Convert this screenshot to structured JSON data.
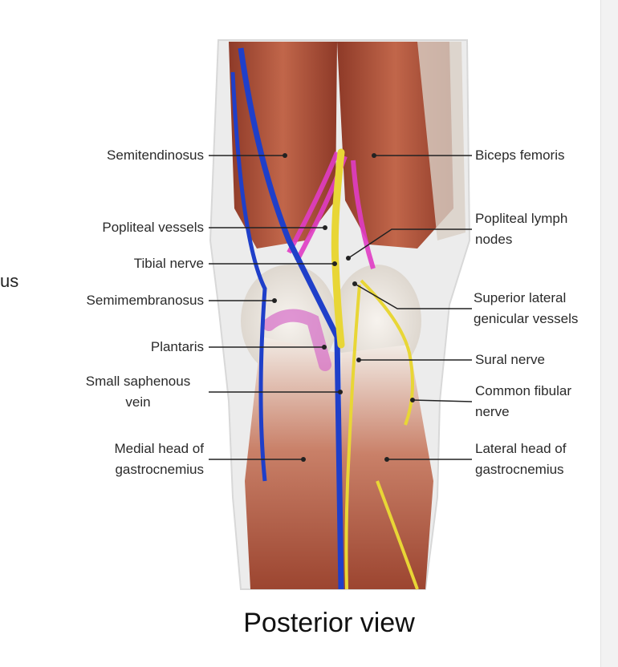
{
  "caption": "Posterior view",
  "cut_text": "us",
  "labels": {
    "semitendinosus": "Semitendinosus",
    "popliteal_vessels": "Popliteal vessels",
    "tibial_nerve": "Tibial nerve",
    "semimembranosus": "Semimembranosus",
    "plantaris": "Plantaris",
    "small_saphenous_vein": [
      "Small saphenous",
      "vein"
    ],
    "medial_head": [
      "Medial head of",
      "gastrocnemius"
    ],
    "biceps_femoris": "Biceps femoris",
    "popliteal_lymph_nodes": [
      "Popliteal lymph",
      "nodes"
    ],
    "superior_lateral_genicular": [
      "Superior lateral",
      "genicular vessels"
    ],
    "sural_nerve": "Sural nerve",
    "common_fibular_nerve": [
      "Common fibular",
      "nerve"
    ],
    "lateral_head": [
      "Lateral head of",
      "gastrocnemius"
    ]
  },
  "colors": {
    "muscle": "#b5573e",
    "tendon": "#e9e4dc",
    "vein": "#1f3fc9",
    "nerve": "#e8d636",
    "lymph": "#e03cc4",
    "leader": "#222222"
  }
}
